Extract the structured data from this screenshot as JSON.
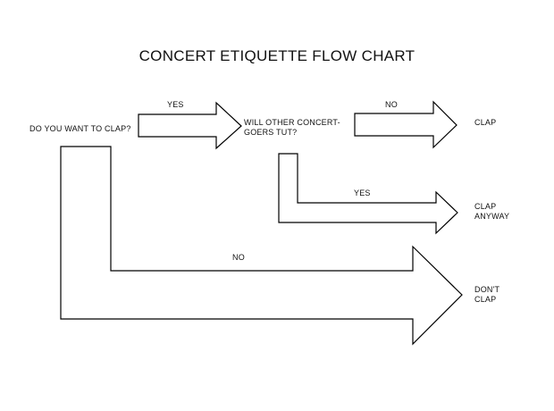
{
  "title": "CONCERT ETIQUETTE FLOW CHART",
  "nodes": {
    "question_clap": "DO YOU WANT TO CLAP?",
    "question_tut": [
      "WILL OTHER CONCERT-",
      "GOERS TUT?"
    ],
    "outcome_clap": "CLAP",
    "outcome_clap_anyway": [
      "CLAP",
      "ANYWAY"
    ],
    "outcome_dont_clap": [
      "DON'T",
      "CLAP"
    ]
  },
  "edges": {
    "yes_to_tut": "YES",
    "no_to_clap": "NO",
    "yes_to_clap_anyway": "YES",
    "no_to_dont_clap": "NO"
  },
  "colors": {
    "stroke": "#000000",
    "fill": "#ffffff",
    "text": "#111111"
  }
}
